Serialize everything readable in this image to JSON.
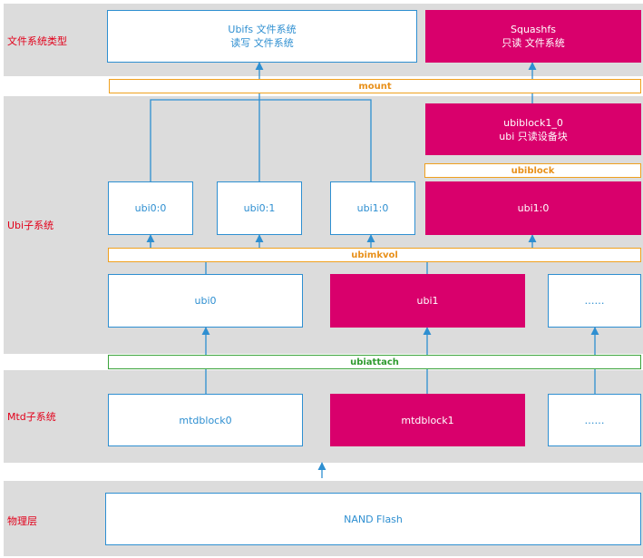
{
  "layers": {
    "fs": "文件系统类型",
    "ubi": "Ubi子系统",
    "mtd": "Mtd子系统",
    "phys": "物理层"
  },
  "boxes": {
    "ubifs_line1": "Ubifs 文件系统",
    "ubifs_line2": "读写 文件系统",
    "squashfs_line1": "Squashfs",
    "squashfs_line2": "只读 文件系统",
    "ubiblock1_0_line1": "ubiblock1_0",
    "ubiblock1_0_line2": "ubi 只读设备块",
    "ubi0_0": "ubi0:0",
    "ubi0_1": "ubi0:1",
    "ubi1_0_left": "ubi1:0",
    "ubi1_0_right": "ubi1:0",
    "ubi0": "ubi0",
    "ubi1": "ubi1",
    "ubi_more": "……",
    "mtdblock0": "mtdblock0",
    "mtdblock1": "mtdblock1",
    "mtd_more": "……",
    "nand": "NAND Flash"
  },
  "bars": {
    "mount": "mount",
    "ubiblock": "ubiblock",
    "ubimkvol": "ubimkvol",
    "ubiattach": "ubiattach"
  },
  "colors": {
    "band": "#dcdcdc",
    "line": "#2e8fd1",
    "magenta": "#d9006c",
    "orange": "#f0a01e",
    "green": "#3aa33a",
    "label_red": "#e2001a"
  }
}
